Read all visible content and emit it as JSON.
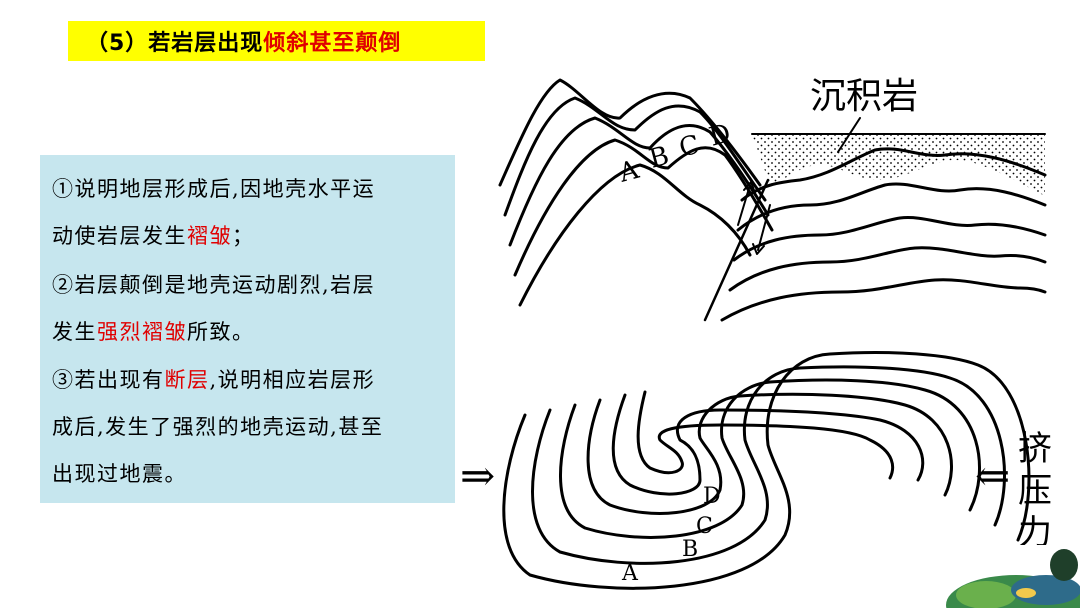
{
  "title": {
    "prefix": "（5）若岩层出现",
    "highlight": "倾斜甚至颠倒"
  },
  "explanation": {
    "lines": [
      {
        "parts": [
          {
            "text": "①说明地层形成后,因地壳水平运",
            "red": false
          }
        ]
      },
      {
        "parts": [
          {
            "text": "动使岩层发生",
            "red": false
          },
          {
            "text": "褶皱",
            "red": true
          },
          {
            "text": "；",
            "red": false
          }
        ]
      },
      {
        "parts": [
          {
            "text": "②岩层颠倒是地壳运动剧烈,岩层",
            "red": false
          }
        ]
      },
      {
        "parts": [
          {
            "text": "发生",
            "red": false
          },
          {
            "text": "强烈褶皱",
            "red": true
          },
          {
            "text": "所致。",
            "red": false
          }
        ]
      },
      {
        "parts": [
          {
            "text": "③若出现有",
            "red": false
          },
          {
            "text": "断层",
            "red": true
          },
          {
            "text": ",说明相应岩层形",
            "red": false
          }
        ]
      },
      {
        "parts": [
          {
            "text": "成后,发生了强烈的地壳运动,甚至",
            "red": false
          }
        ]
      },
      {
        "parts": [
          {
            "text": "出现过地震。",
            "red": false
          }
        ]
      }
    ]
  },
  "diagram_top": {
    "sediment_label": "沉积岩",
    "layer_labels": [
      "A",
      "B",
      "C",
      "D"
    ]
  },
  "diagram_bottom": {
    "layer_labels": [
      "A",
      "B",
      "C",
      "D"
    ],
    "pressure_label": [
      "挤",
      "压",
      "力"
    ],
    "left_arrow": "⇒",
    "right_arrow": "⇐"
  },
  "colors": {
    "title_bg": "#ffff00",
    "highlight": "#e00000",
    "text_box_bg": "#c6e6ee"
  }
}
